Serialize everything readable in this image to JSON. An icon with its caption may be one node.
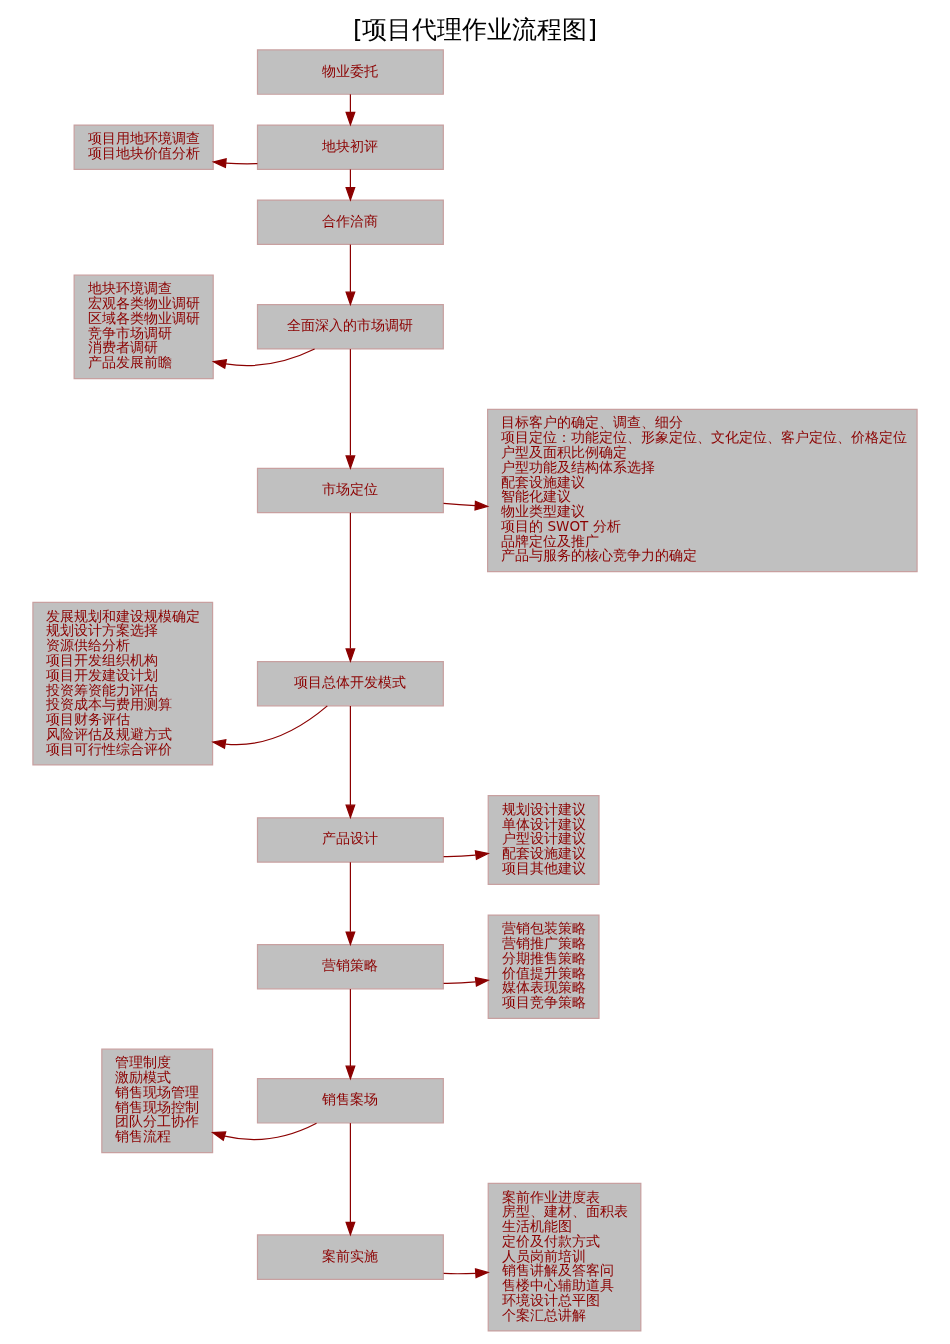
{
  "diagram": {
    "title": "[项目代理作业流程图]",
    "nodes": [
      {
        "text": [
          "物业委托"
        ]
      },
      {
        "text": [
          "地块初评"
        ]
      },
      {
        "text": [
          "合作洽商"
        ]
      },
      {
        "text": [
          "全面深入的市场调研"
        ]
      },
      {
        "text": [
          "市场定位"
        ]
      },
      {
        "text": [
          "项目总体开发模式"
        ]
      },
      {
        "text": [
          "产品设计"
        ]
      },
      {
        "text": [
          "营销策略"
        ]
      },
      {
        "text": [
          "销售案场"
        ]
      },
      {
        "text": [
          "案前实施"
        ]
      },
      {
        "text": [
          "项目用地环境调查",
          "项目地块价值分析"
        ]
      },
      {
        "text": [
          "地块环境调查",
          "宏观各类物业调研",
          "区域各类物业调研",
          "竞争市场调研",
          "消费者调研",
          "产品发展前瞻"
        ]
      },
      {
        "text": [
          "目标客户的确定、调查、细分",
          "项目定位：功能定位、形象定位、文化定位、客户定位、价格定位",
          "户型及面积比例确定",
          "户型功能及结构体系选择",
          "配套设施建议",
          "智能化建议",
          "物业类型建议",
          "项目的 SWOT 分析",
          "品牌定位及推广",
          "产品与服务的核心竞争力的确定"
        ]
      },
      {
        "text": [
          "发展规划和建设规模确定",
          "规划设计方案选择",
          "资源供给分析",
          "项目开发组织机构",
          "项目开发建设计划",
          "投资筹资能力评估",
          "投资成本与费用测算",
          "项目财务评估",
          "风险评估及规避方式",
          "项目可行性综合评价"
        ]
      },
      {
        "text": [
          "规划设计建议",
          "单体设计建议",
          "户型设计建议",
          "配套设施建议",
          "项目其他建议"
        ]
      },
      {
        "text": [
          "营销包装策略",
          "营销推广策略",
          "分期推售策略",
          "价值提升策略",
          "媒体表现策略",
          "项目竞争策略"
        ]
      },
      {
        "text": [
          "管理制度",
          "激励模式",
          "销售现场管理",
          "销售现场控制",
          "团队分工协作",
          "销售流程"
        ]
      },
      {
        "text": [
          "案前作业进度表",
          "房型、建材、面积表",
          "生活机能图",
          "定价及付款方式",
          "人员岗前培训",
          "销售讲解及答客问",
          "售楼中心辅助道具",
          "环境设计总平图",
          "个案汇总讲解"
        ]
      }
    ],
    "edges": [
      {
        "from": 0,
        "to": 1,
        "arrow": "to"
      },
      {
        "from": 1,
        "to": 2,
        "arrow": "to"
      },
      {
        "from": 2,
        "to": 3,
        "arrow": "to"
      },
      {
        "from": 3,
        "to": 4,
        "arrow": "to"
      },
      {
        "from": 4,
        "to": 5,
        "arrow": "to"
      },
      {
        "from": 5,
        "to": 6,
        "arrow": "to"
      },
      {
        "from": 6,
        "to": 7,
        "arrow": "to"
      },
      {
        "from": 7,
        "to": 8,
        "arrow": "to"
      },
      {
        "from": 8,
        "to": 9,
        "arrow": "to"
      },
      {
        "from": 1,
        "to": 10,
        "arrow": "to"
      },
      {
        "from": 3,
        "to": 11,
        "arrow": "to"
      },
      {
        "from": 4,
        "to": 12,
        "arrow": "to"
      },
      {
        "from": 5,
        "to": 13,
        "arrow": "to"
      },
      {
        "from": 6,
        "to": 14,
        "arrow": "to"
      },
      {
        "from": 7,
        "to": 15,
        "arrow": "to"
      },
      {
        "from": 8,
        "to": 16,
        "arrow": "to"
      },
      {
        "from": 9,
        "to": 17,
        "arrow": "to"
      }
    ]
  }
}
